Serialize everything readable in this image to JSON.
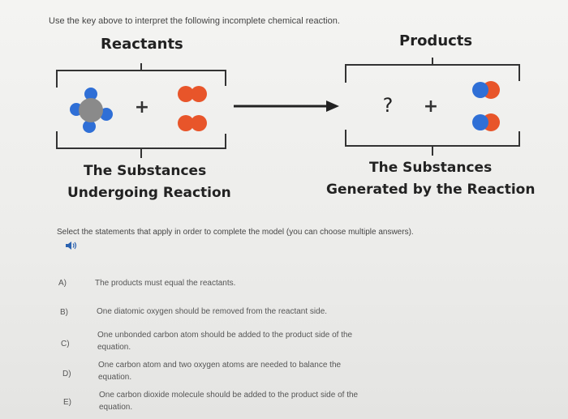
{
  "instruction": "Use the key above to interpret the following incomplete chemical reaction.",
  "reactants": {
    "title": "Reactants",
    "subtitle_line1": "The Substances",
    "subtitle_line2": "Undergoing Reaction",
    "plus": "+"
  },
  "products": {
    "title": "Products",
    "subtitle_line1": "The Substances",
    "subtitle_line2": "Generated by the Reaction",
    "unknown": "?",
    "plus": "+"
  },
  "prompt": "Select the statements that apply in order to complete the model (you can choose multiple answers).",
  "audio_icon": "speaker-icon",
  "options": [
    {
      "letter": "A)",
      "text": "The products must equal the reactants."
    },
    {
      "letter": "B)",
      "text": "One diatomic oxygen should be removed from the reactant side."
    },
    {
      "letter": "C)",
      "text": "One unbonded carbon atom should be added to the product side of the equation."
    },
    {
      "letter": "D)",
      "text": "One carbon atom and two oxygen atoms are needed to balance the equation."
    },
    {
      "letter": "E)",
      "text": "One carbon dioxide molecule should be added to the product side of the equation."
    }
  ],
  "colors": {
    "carbon": "#8a8a8a",
    "hydrogen": "#2f6fd6",
    "oxygen": "#e8552a"
  }
}
